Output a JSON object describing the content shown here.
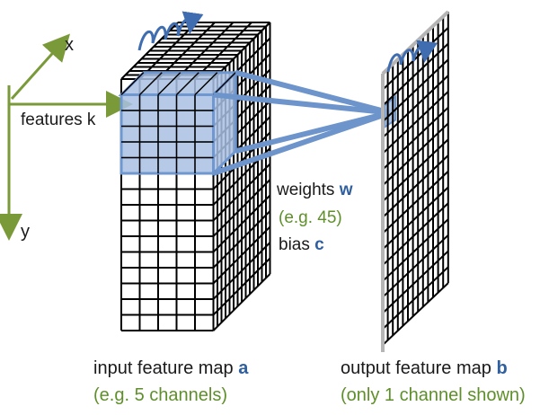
{
  "axes": {
    "x_label": "x",
    "y_label": "y",
    "k_label": "features k",
    "color": "#7a9a3a"
  },
  "input_map": {
    "label": "input feature map ",
    "var": "a",
    "note": "(e.g. 5 channels)"
  },
  "output_map": {
    "label": "output feature map ",
    "var": "b",
    "note": "(only 1 channel shown)"
  },
  "params": {
    "weights_label": "weights ",
    "weights_var": "w",
    "weights_note": "(e.g. 45)",
    "bias_label": "bias ",
    "bias_var": "c"
  },
  "colors": {
    "grid": "#000000",
    "kernel_fill": "#a9c1e3",
    "kernel_edge": "#6f97d0",
    "connector": "#6d94cb",
    "output_edge": "#b5b5b5",
    "rotate_arrow": "#3f6db0",
    "green_text": "#5f8f2a",
    "blue_var": "#2f5f9f"
  }
}
